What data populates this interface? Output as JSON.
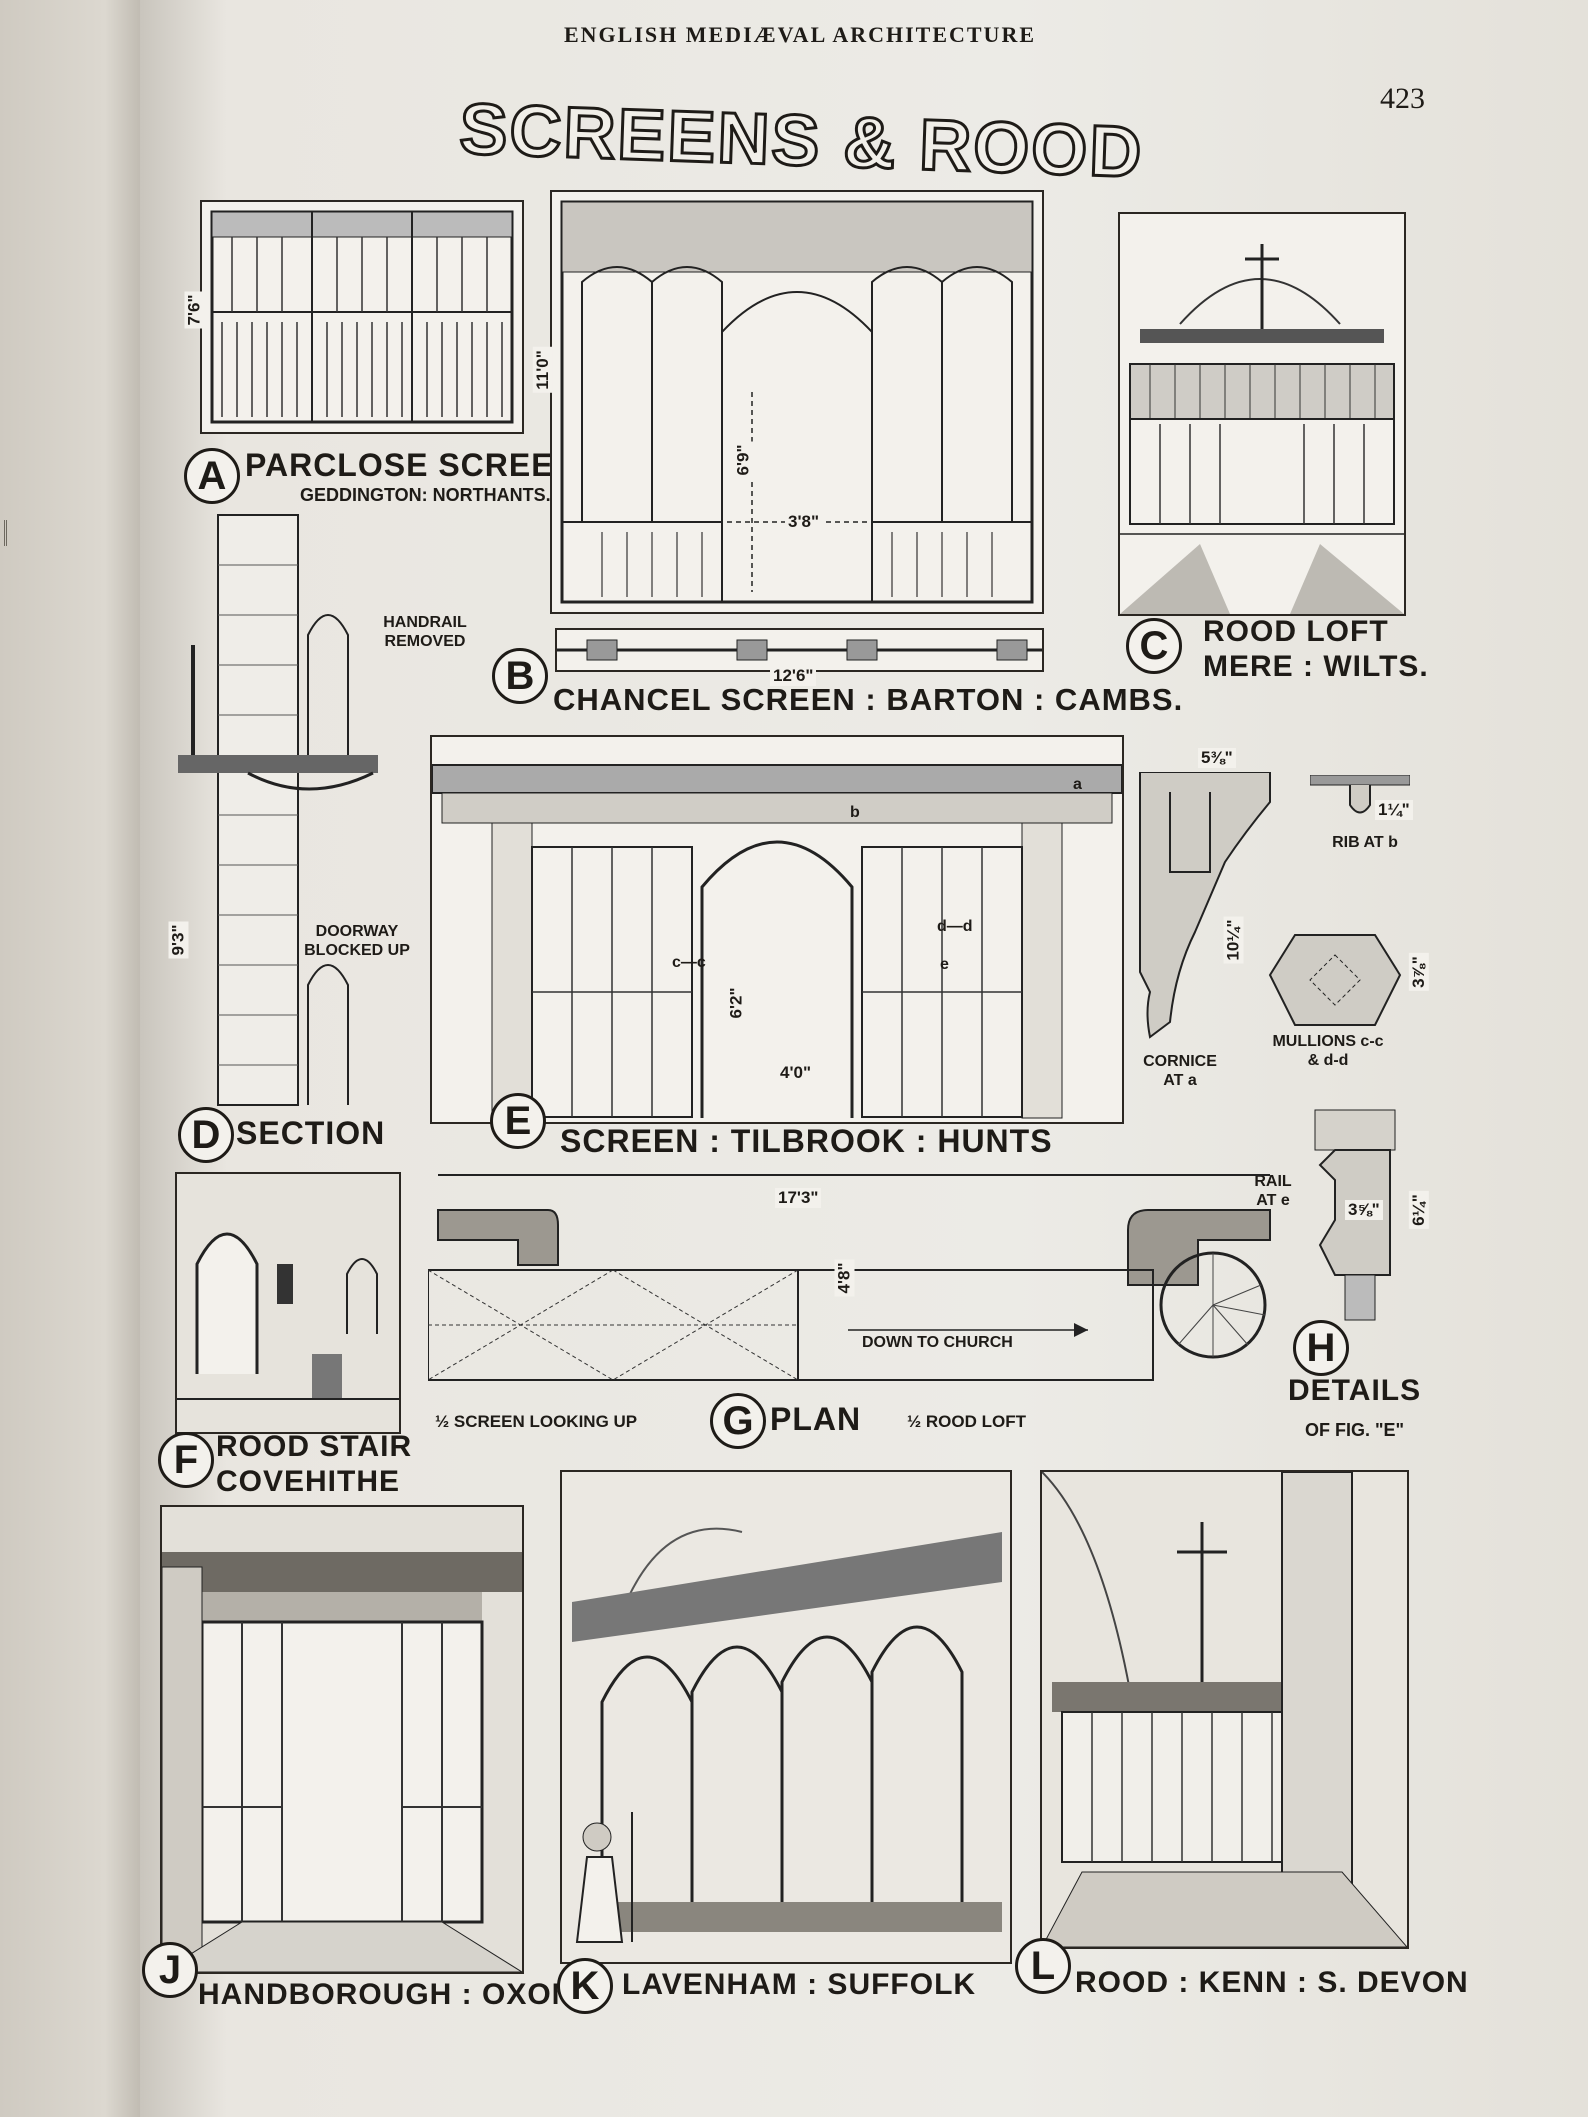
{
  "running_head": "ENGLISH MEDIÆVAL ARCHITECTURE",
  "page_number": "423",
  "plate_title": "SCREENS & ROOD LOFTS",
  "figures": {
    "A": {
      "letter": "A",
      "title": "PARCLOSE SCREEN",
      "subtitle": "GEDDINGTON: NORTHANTS.",
      "dim_height": "7'6\""
    },
    "B": {
      "letter": "B",
      "title": "CHANCEL SCREEN : BARTON : CAMBS.",
      "dim_height": "11'0\"",
      "dim_opening_height": "6'9\"",
      "dim_opening_width": "3'8\"",
      "dim_width": "12'6\""
    },
    "C": {
      "letter": "C",
      "title_line1": "ROOD LOFT",
      "title_line2": "MERE : WILTS."
    },
    "D": {
      "letter": "D",
      "title": "SECTION",
      "note_handrail": "HANDRAIL REMOVED",
      "note_doorway": "DOORWAY BLOCKED UP",
      "dim_height": "9'3\""
    },
    "E": {
      "letter": "E",
      "title": "SCREEN : TILBROOK : HUNTS",
      "dim_height": "6'2\"",
      "dim_opening": "4'0\"",
      "label_a": "a",
      "label_b": "b",
      "label_cc": "c—c",
      "label_dd": "d—d",
      "label_e": "e"
    },
    "details": {
      "cornice": "CORNICE AT a",
      "rib": "RIB AT b",
      "mullions": "MULLIONS c-c & d-d",
      "rail": "RAIL AT e",
      "dim_cornice_w": "5⅜\"",
      "dim_cornice_h": "10¼\"",
      "dim_rib": "1¼\"",
      "dim_mullion": "3⅞\"",
      "dim_rail_w": "3⅝\"",
      "dim_rail_h": "6¼\""
    },
    "F": {
      "letter": "F",
      "title_line1": "ROOD STAIR",
      "title_line2": "COVEHITHE"
    },
    "G": {
      "letter": "G",
      "title": "PLAN",
      "left_note": "½ SCREEN LOOKING UP",
      "right_note": "½ ROOD LOFT",
      "dim_length": "17'3\"",
      "dim_depth": "4'8\"",
      "arrow_note": "DOWN TO CHURCH"
    },
    "H": {
      "letter": "H",
      "title": "DETAILS",
      "subtitle": "OF FIG. \"E\""
    },
    "J": {
      "letter": "J",
      "title": "HANDBOROUGH : OXON"
    },
    "K": {
      "letter": "K",
      "title": "LAVENHAM : SUFFOLK"
    },
    "L": {
      "letter": "L",
      "title": "ROOD : KENN : S. DEVON"
    }
  }
}
